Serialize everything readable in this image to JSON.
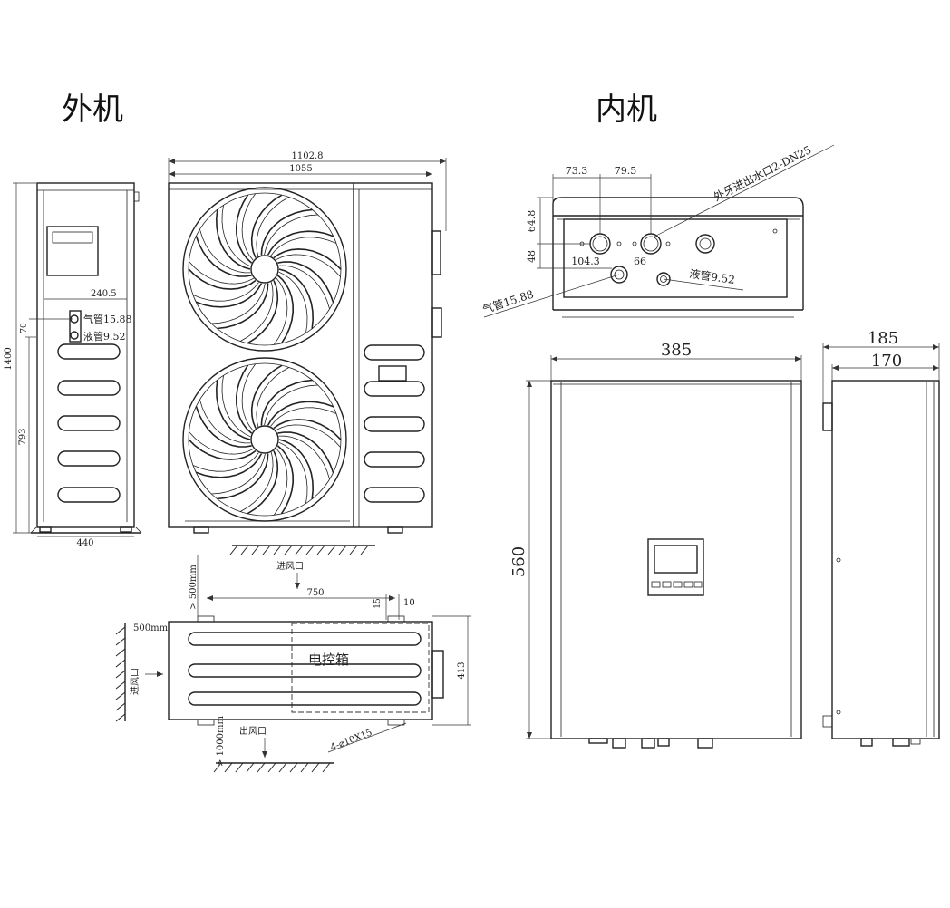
{
  "titles": {
    "outdoor": "外机",
    "indoor": "内机"
  },
  "outdoor": {
    "dim_width_total": "1102.8",
    "dim_width": "1055",
    "dim_height": "1400",
    "dim_height_lower": "793",
    "dim_side_depth": "440",
    "dim_valve_offset": "240.5",
    "dim_valve_gap": "70",
    "gas_pipe": "气管15.88",
    "liquid_pipe": "液管9.52"
  },
  "plan": {
    "clear_500_top": "> 500mm",
    "clear_500_left": "500mm",
    "clear_1000": "> 1000mm",
    "air_in_top": "进风口",
    "air_in_left": "进风口",
    "air_out": "出风口",
    "dim_750": "750",
    "dim_15": "15",
    "dim_10": "10",
    "dim_413": "413",
    "control_box": "电控箱",
    "mount_holes": "4-⌀10X15"
  },
  "indoor": {
    "dim_73_3": "73.3",
    "dim_79_5": "79.5",
    "dim_64_8": "64.8",
    "dim_48": "48",
    "dim_104_3": "104.3",
    "dim_66": "66",
    "water_ports": "外牙进出水口2-DN25",
    "gas_pipe": "气管15.88",
    "liquid_pipe": "液管9.52",
    "dim_385": "385",
    "dim_560": "560",
    "dim_185": "185",
    "dim_170": "170"
  }
}
